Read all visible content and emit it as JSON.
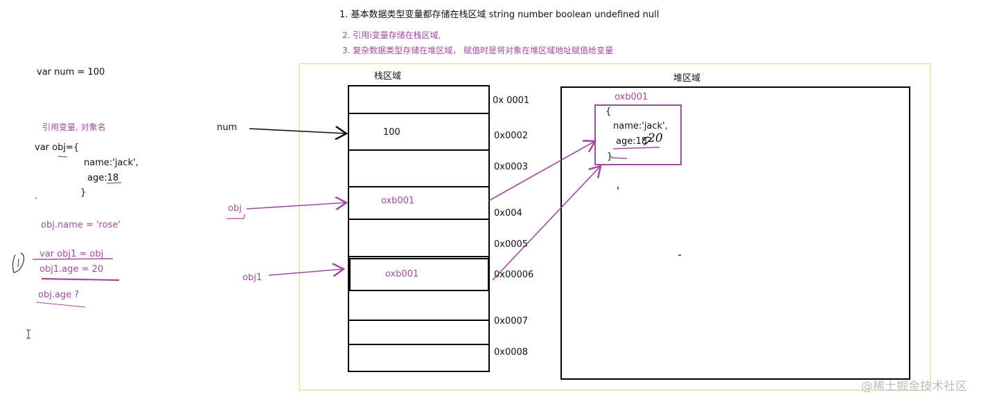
{
  "notes": {
    "line1": "1. 基本数据类型变量都存储在栈区域    string  number boolean  undefined   null",
    "line2": "2. 引用i变量存储在栈区域,",
    "line3": "3. 复杂数据类型存储在堆区域，  赋值时是将对象在堆区域地址赋值给变量"
  },
  "left_code": {
    "var_num": "var num = 100",
    "ref_label": "引用变量, 对象名",
    "obj_decl": "var obj={",
    "obj_name": "name:'jack',",
    "obj_age": "age:18",
    "obj_close": "}",
    "obj_name_assign": "obj.name = 'rose'",
    "obj1_decl": "var obj1 = obj",
    "obj1_age": "obj1.age = 20",
    "obj_age_q": "obj.age  ?"
  },
  "diagram": {
    "stack_title": "栈区域",
    "heap_title": "堆区域",
    "var_num": "num",
    "var_obj": "obj",
    "var_obj1": "obj1",
    "slot_num_value": "100",
    "slot_obj_value": "oxb001",
    "slot_obj1_value": "oxb001",
    "addresses": [
      "0x 0001",
      "0x0002",
      "0x0003",
      "0x004",
      "0x0005",
      "0x00006",
      "0x0007",
      "0x0008"
    ],
    "heap_addr": "oxb001",
    "heap_open": "{",
    "heap_name": "name:'jack',",
    "heap_age": "age:18",
    "heap_age_new": "20",
    "heap_close": "}"
  },
  "watermark": "@稀土掘金技术社区",
  "colors": {
    "accent": "#a149a0",
    "panel_border": "#e3ecb5"
  }
}
